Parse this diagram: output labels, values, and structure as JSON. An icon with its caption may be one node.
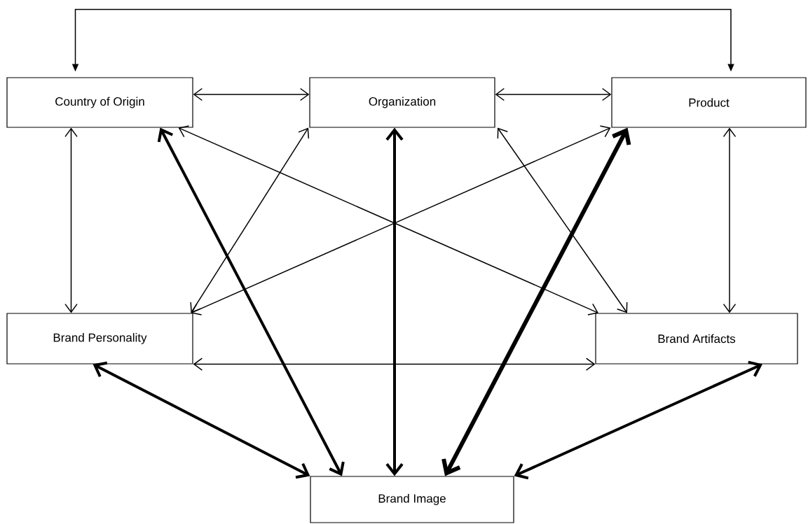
{
  "diagram": {
    "nodes": [
      {
        "text": [
          "Country of Origin"
        ]
      },
      {
        "text": [
          "Organization"
        ]
      },
      {
        "text": [
          "Product"
        ]
      },
      {
        "text": [
          "Brand Personality"
        ]
      },
      {
        "text": [
          "Brand Artifacts"
        ]
      },
      {
        "text": [
          "Brand Image"
        ]
      }
    ],
    "edges": [
      {
        "from": 0,
        "to": 2,
        "arrow": "both"
      },
      {
        "from": 0,
        "to": 1,
        "arrow": "both"
      },
      {
        "from": 1,
        "to": 2,
        "arrow": "both"
      },
      {
        "from": 0,
        "to": 3,
        "arrow": "both"
      },
      {
        "from": 2,
        "to": 4,
        "arrow": "both"
      },
      {
        "from": 0,
        "to": 4,
        "arrow": "both"
      },
      {
        "from": 1,
        "to": 3,
        "arrow": "both"
      },
      {
        "from": 2,
        "to": 3,
        "arrow": "both"
      },
      {
        "from": 1,
        "to": 4,
        "arrow": "both"
      },
      {
        "from": 0,
        "to": 5,
        "arrow": "both",
        "style": "thick"
      },
      {
        "from": 1,
        "to": 5,
        "arrow": "both",
        "style": "thick"
      },
      {
        "from": 2,
        "to": 5,
        "arrow": "both",
        "style": "thick"
      },
      {
        "from": 3,
        "to": 4,
        "arrow": "both"
      },
      {
        "from": 3,
        "to": 5,
        "arrow": "both",
        "style": "thick"
      },
      {
        "from": 4,
        "to": 5,
        "arrow": "both",
        "style": "thick"
      }
    ]
  }
}
